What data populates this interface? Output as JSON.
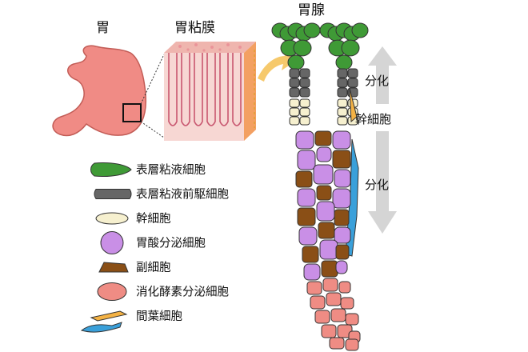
{
  "labels": {
    "stomach": "胃",
    "gastric_mucosa": "胃粘膜",
    "gastric_gland": "胃腺",
    "stem_cell_side": "幹細胞",
    "differentiation_upper": "分化",
    "differentiation_lower": "分化"
  },
  "legend": [
    {
      "label": "表層粘液細胞",
      "color": "#3f9a36",
      "shape": "surface-mucous"
    },
    {
      "label": "表層粘液前駆細胞",
      "color": "#666666",
      "shape": "precursor"
    },
    {
      "label": "幹細胞",
      "color": "#f6f0cf",
      "shape": "stem"
    },
    {
      "label": "胃酸分泌細胞",
      "color": "#c98fe6",
      "shape": "parietal"
    },
    {
      "label": "副細胞",
      "color": "#8a4f16",
      "shape": "neck"
    },
    {
      "label": "消化酵素分泌細胞",
      "color": "#ef8c84",
      "shape": "chief"
    },
    {
      "label": "間葉細胞",
      "color": "#f4b244",
      "shape": "mesenchymal-orange",
      "color2": "#3aa0da"
    }
  ],
  "colors": {
    "stomach": "#f08b85",
    "mucosa_light": "#f7d7d3",
    "mucosa_dark": "#efb5ae",
    "mucosa_side": "#f3a062",
    "arrow_yellow": "#f6c96c",
    "arrow_gray": "#d5d5d5",
    "green": "#3f9a36",
    "gray": "#666666",
    "cream": "#f6f0cf",
    "purple": "#c98fe6",
    "brown": "#8a4f16",
    "pink": "#ef8c84",
    "orange": "#f4b244",
    "blue": "#3aa0da"
  }
}
